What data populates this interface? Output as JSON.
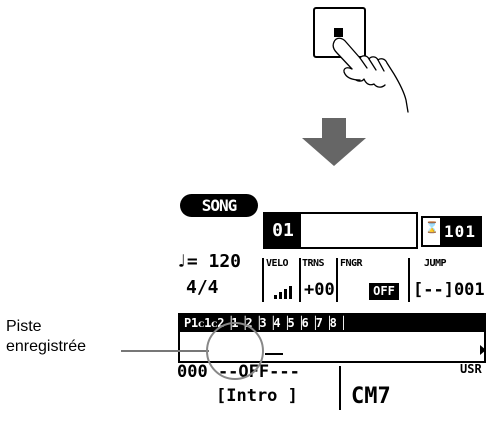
{
  "stop_button": {
    "icon": "stop-square-icon"
  },
  "arrow": {
    "icon": "down-arrow-icon",
    "color": "#666666"
  },
  "lcd": {
    "mode": "SONG",
    "song_number": "01",
    "measure_icon": "⌛",
    "measure": "101",
    "tempo": "♩= 120",
    "time_signature": "4/4",
    "params": [
      {
        "header": "VELO",
        "value": ""
      },
      {
        "header": "TRNS",
        "value": "+00"
      },
      {
        "header": "FNGR",
        "value": "OFF"
      },
      {
        "header": "JUMP",
        "value": "[--]001"
      }
    ],
    "track_header": "P1ᴄ1ᴄ2▕1▕2▕3▕4▕5▕6▕7▕8▕",
    "status_line": "000 --OFF---",
    "section": "[Intro ]",
    "chord": "CM7",
    "usr": "USR"
  },
  "callout": {
    "line1": "Piste",
    "line2": "enregistrée",
    "line_color": "#777777"
  }
}
